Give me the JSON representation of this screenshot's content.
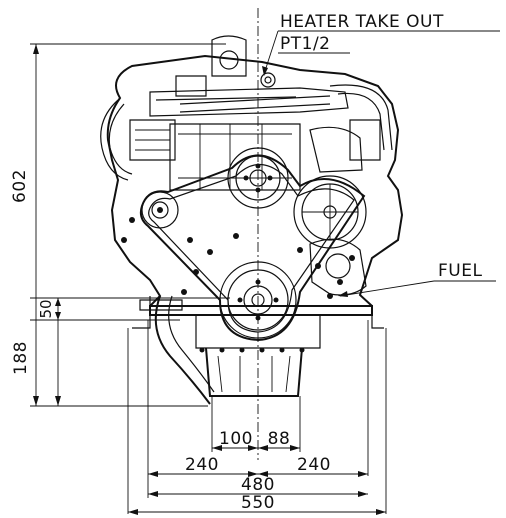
{
  "callouts": {
    "heater_take_out": "HEATER TAKE OUT",
    "heater_thread": "PT1/2",
    "fuel": "FUEL"
  },
  "dimensions": {
    "total_height": "602",
    "upper_offset": "50",
    "crank_to_bottom": "188",
    "left_center_offset": "100",
    "right_center_offset": "88",
    "half_mount_left": "240",
    "half_mount_right": "240",
    "mount_width": "480",
    "overall_width": "550"
  }
}
